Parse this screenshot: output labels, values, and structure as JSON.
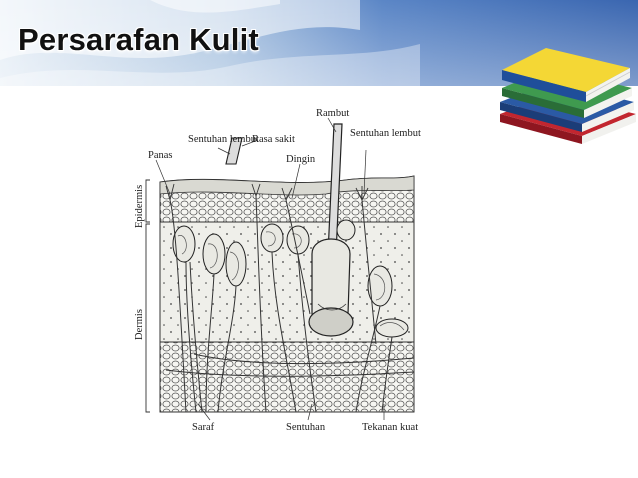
{
  "slide": {
    "title": "Persarafan Kulit"
  },
  "diagram": {
    "labels": {
      "rambut": "Rambut",
      "rasa_sakit": "Rasa sakit",
      "sentuhan_lembut_1": "Sentuhan lembut",
      "sentuhan_lembut_2": "Sentuhan lembut",
      "panas": "Panas",
      "dingin": "Dingin",
      "epidermis": "Epidermis",
      "dermis": "Dermis",
      "saraf": "Saraf",
      "sentuhan": "Sentuhan",
      "tekanan_kuat": "Tekanan kuat"
    }
  },
  "colors": {
    "banner_blue": "#3f6fb8",
    "book_yellow": "#f2d63a",
    "book_green": "#3f8f4c",
    "book_blue": "#2d5da8",
    "book_red": "#b3202c"
  }
}
